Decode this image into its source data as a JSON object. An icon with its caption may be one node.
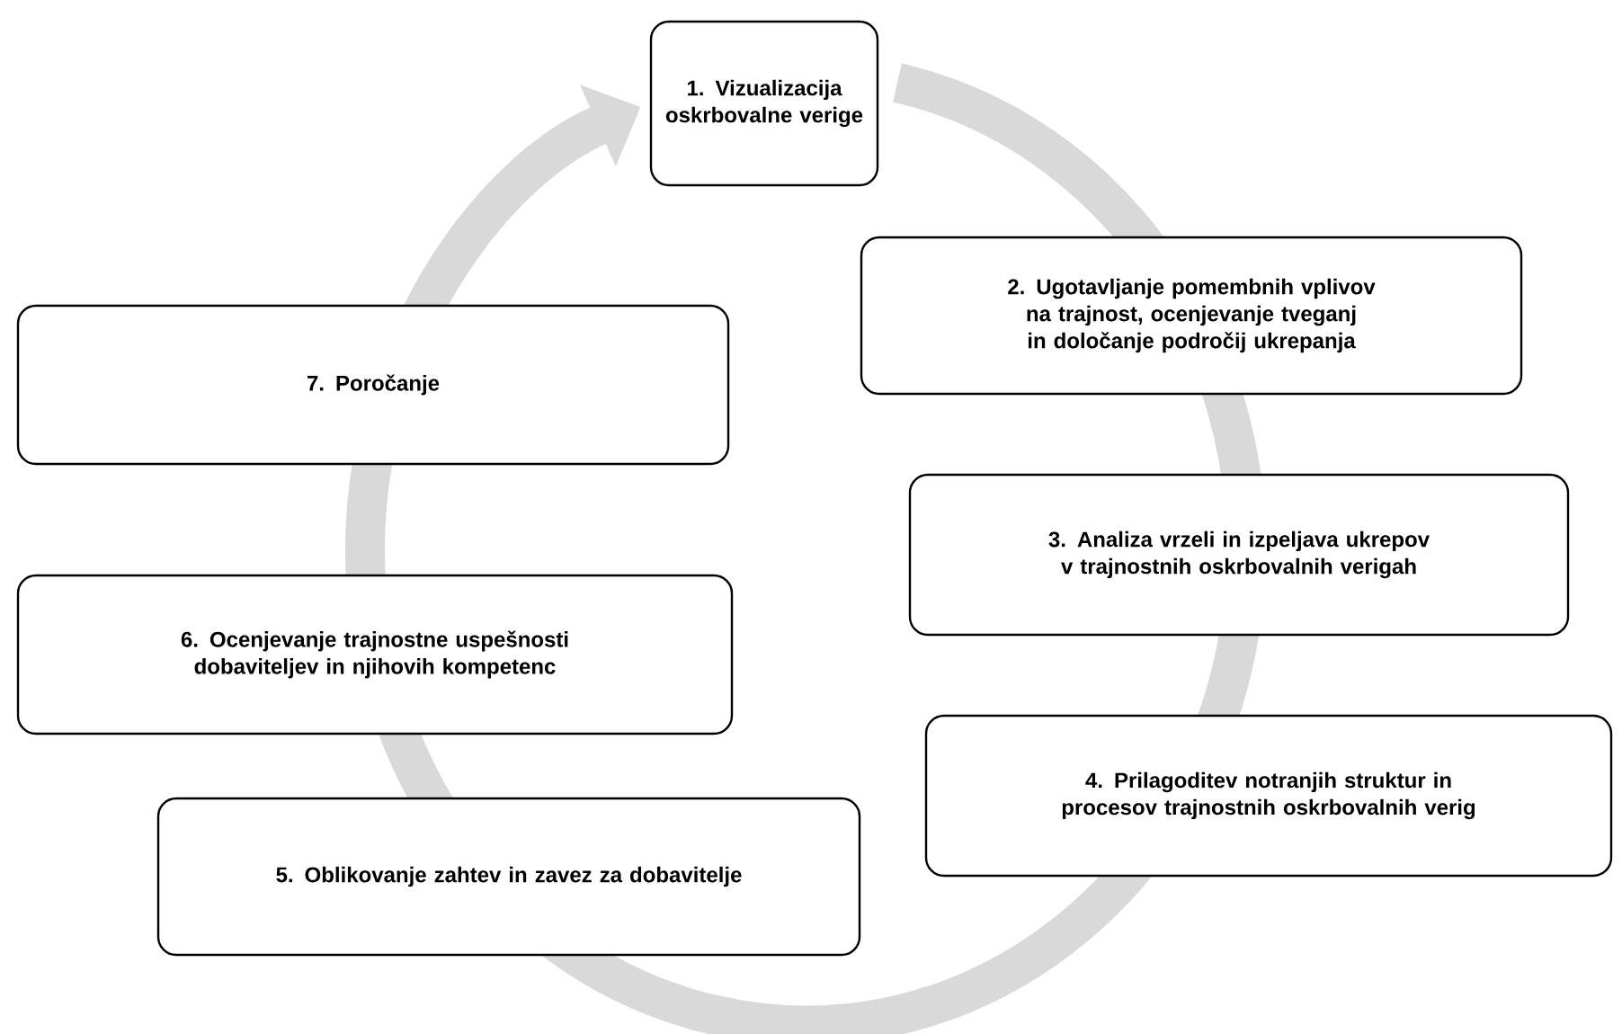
{
  "diagram": {
    "nodes": [
      {
        "text": [
          "1. Vizualizacija oskrbovalne verige"
        ]
      },
      {
        "text": [
          "2. Ugotavljanje pomembnih vplivov na trajnost, ocenjevanje tveganj in določanje področij ukrepanja"
        ]
      },
      {
        "text": [
          "3. Analiza vrzeli in izpeljava ukrepov v trajnostnih oskrbovalnih verigah"
        ]
      },
      {
        "text": [
          "4. Prilagoditev notranjih struktur in procesov trajnostnih oskrbovalnih verig"
        ]
      },
      {
        "text": [
          "5. Oblikovanje zahtev in zavez za dobavitelje"
        ]
      },
      {
        "text": [
          "6. Ocenjevanje trajnostne uspešnosti dobaviteljev in njihovih kompetenc"
        ]
      },
      {
        "text": [
          "7. Poročanje"
        ]
      }
    ]
  }
}
